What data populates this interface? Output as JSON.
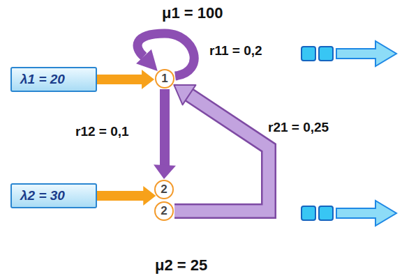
{
  "diagram": {
    "nodes": [
      {
        "text": [
          "λ1 = 20"
        ]
      },
      {
        "text": [
          "1"
        ]
      },
      {
        "text": [
          "2"
        ]
      },
      {
        "text": [
          "λ2 = 30"
        ]
      },
      {
        "text": [
          "2"
        ]
      }
    ],
    "edges": [
      {
        "from": 0,
        "to": 1,
        "arrow": "to"
      },
      {
        "from": 1,
        "to": 1,
        "label": "r11 = 0,2",
        "arrow": "to"
      },
      {
        "from": 1,
        "to": 2,
        "label": "r12 = 0,1",
        "arrow": "to"
      },
      {
        "from": 3,
        "to": 2,
        "arrow": "to"
      },
      {
        "from": 4,
        "to": 1,
        "label": "r21 = 0,25",
        "arrow": "to"
      }
    ],
    "labels": [
      "μ1 = 100",
      "μ2 = 25"
    ]
  }
}
